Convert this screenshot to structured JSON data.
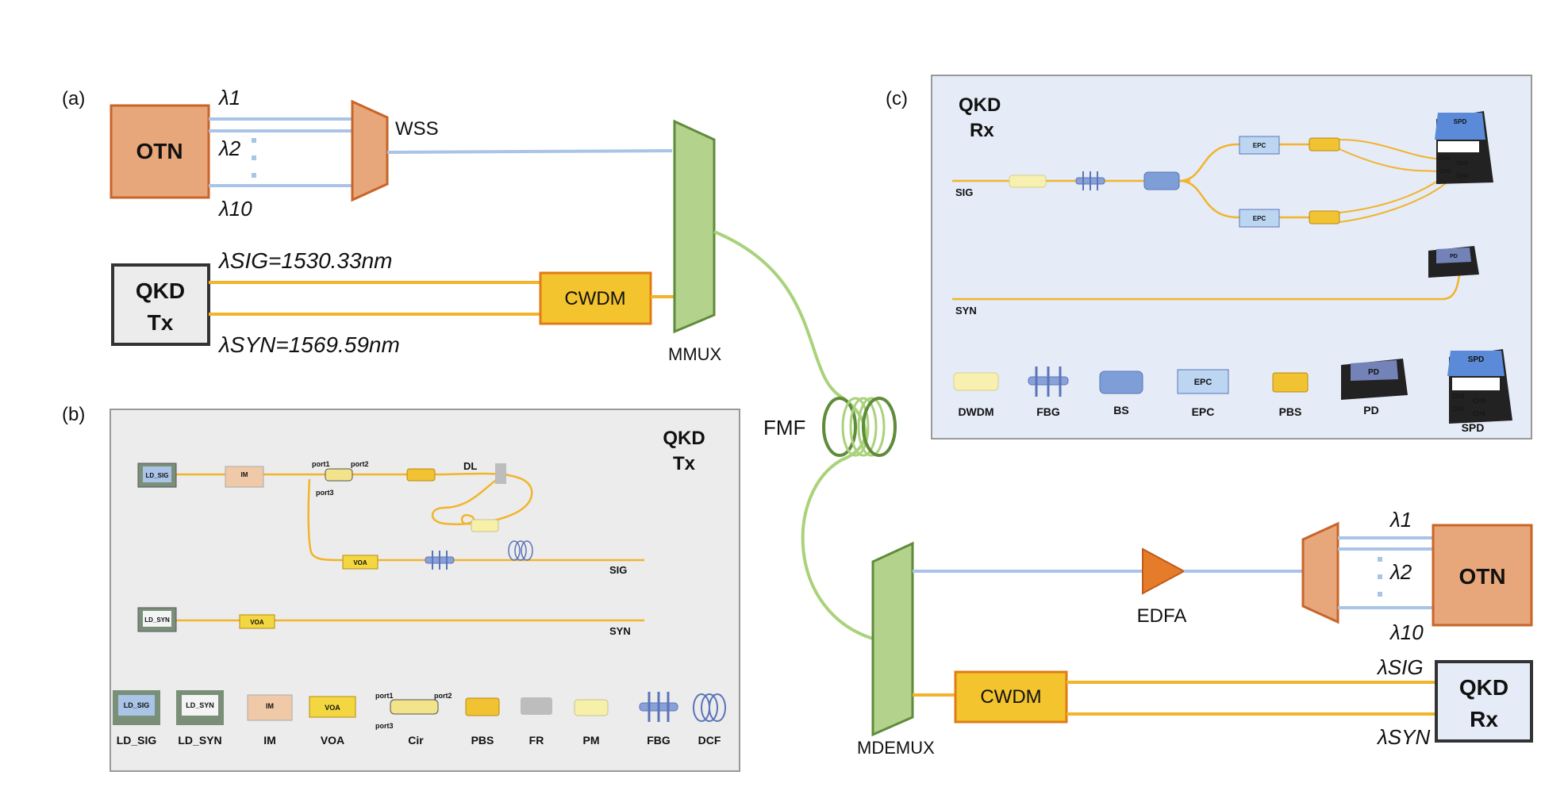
{
  "panels": {
    "a": "(a)",
    "b": "(b)",
    "c": "(c)"
  },
  "transmitter_side": {
    "otn": "OTN",
    "lambda_1": "λ1",
    "lambda_2": "λ2",
    "lambda_10": "λ10",
    "wss": "WSS",
    "qkd_tx_line1": "QKD",
    "qkd_tx_line2": "Tx",
    "lambda_sig": "λSIG=1530.33nm",
    "lambda_syn": "λSYN=1569.59nm",
    "cwdm": "CWDM",
    "mmux": "MMUX",
    "fmf": "FMF"
  },
  "receiver_side": {
    "mdemux": "MDEMUX",
    "edfa": "EDFA",
    "otn": "OTN",
    "lambda_1": "λ1",
    "lambda_2": "λ2",
    "lambda_10": "λ10",
    "cwdm": "CWDM",
    "lambda_sig": "λSIG",
    "lambda_syn": "λSYN",
    "qkd_rx_line1": "QKD",
    "qkd_rx_line2": "Rx"
  },
  "panel_b": {
    "title_line1": "QKD",
    "title_line2": "Tx",
    "ld_sig": "LD_SIG",
    "ld_syn": "LD_SYN",
    "im": "IM",
    "voa": "VOA",
    "port1": "port1",
    "port2": "port2",
    "port3": "port3",
    "dl": "DL",
    "sig": "SIG",
    "syn": "SYN",
    "legend": [
      "LD_SIG",
      "LD_SYN",
      "IM",
      "VOA",
      "Cir",
      "PBS",
      "FR",
      "PM",
      "FBG",
      "DCF"
    ]
  },
  "panel_c": {
    "title_line1": "QKD",
    "title_line2": "Rx",
    "sig": "SIG",
    "syn": "SYN",
    "epc": "EPC",
    "spd": "SPD",
    "pd": "PD",
    "ch1": "CH1",
    "ch2": "CH2",
    "ch3": "CH3",
    "ch4": "CH4",
    "legend": [
      "DWDM",
      "FBG",
      "BS",
      "EPC",
      "PBS",
      "PD",
      "SPD"
    ]
  },
  "colors": {
    "otn_fill": "#e8a77a",
    "otn_stroke": "#c8642a",
    "mux_fill": "#b3d38d",
    "mux_stroke": "#5f8b3a",
    "cwdm_fill": "#f3c42e",
    "cwdm_stroke": "#e07b16",
    "fiber_yellow": "#f1b42b",
    "fiber_blue": "#a9c4e6",
    "fmf_green": "#a9d27a",
    "panel_gray": "#ececec",
    "panel_blue": "#e5ebf7",
    "edfa": "#e57c2a"
  }
}
